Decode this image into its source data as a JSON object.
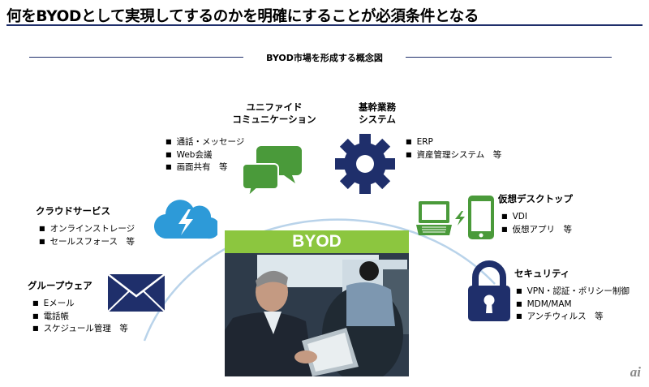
{
  "title": "何をBYODとして実現してするのかを明確にすることが必須条件となる",
  "concept_label": "BYOD市場を形成する概念図",
  "center": {
    "label": "BYOD"
  },
  "unified_comm": {
    "title_lines": [
      "ユニファイド",
      "コミュニケーション"
    ],
    "items": [
      "通話・メッセージ",
      "Web会議",
      "画面共有　等"
    ]
  },
  "core_system": {
    "title_lines": [
      "基幹業務",
      "システム"
    ],
    "items": [
      "ERP",
      "資産管理システム　等"
    ]
  },
  "cloud": {
    "title": "クラウドサービス",
    "items": [
      "オンラインストレージ",
      "セールスフォース　等"
    ]
  },
  "virtual_desktop": {
    "title": "仮想デスクトップ",
    "items": [
      "VDI",
      "仮想アプリ　等"
    ]
  },
  "groupware": {
    "title": "グループウェア",
    "items": [
      "Eメール",
      "電話帳",
      "スケジュール管理　等"
    ]
  },
  "security": {
    "title": "セキュリティ",
    "items": [
      "VPN・認証・ポリシー制御",
      "MDM/MAM",
      "アンチウィルス　等"
    ]
  },
  "watermark": "ai",
  "colors": {
    "navy": "#1f2f6b",
    "green": "#4a9a3a",
    "byod_green": "#8cc63f",
    "cloud_blue": "#2d9ad8",
    "ring": "#b9d3ea"
  },
  "icons": [
    "chat-bubbles-icon",
    "gear-icon",
    "cloud-lightning-icon",
    "laptop-icon",
    "smartphone-icon",
    "envelope-icon",
    "padlock-icon"
  ]
}
